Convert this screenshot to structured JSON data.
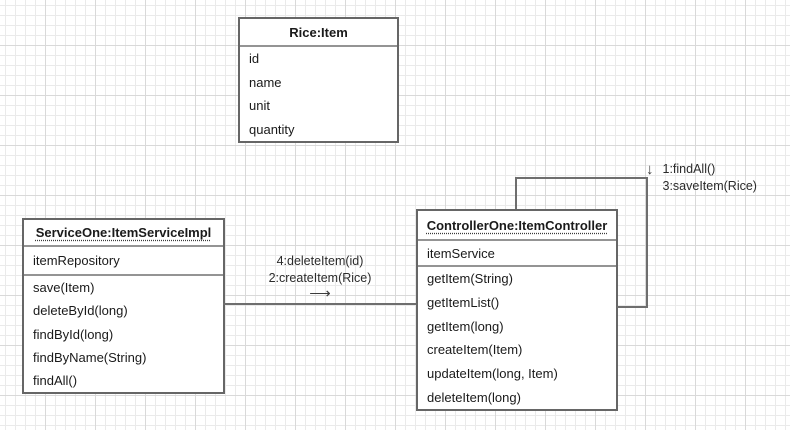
{
  "diagram": {
    "type": "uml-object-diagram",
    "colors": {
      "box_border": "#666666",
      "section_divider": "#949494",
      "edge_line": "#6e6e6e",
      "grid_minor": "#eaeaea",
      "grid_major": "#d9d9d9",
      "background": "#ffffff",
      "text": "#1a1a1a"
    }
  },
  "boxes": {
    "rice": {
      "title": "Rice:Item",
      "fields": [
        "id",
        "name",
        "unit",
        "quantity"
      ]
    },
    "service": {
      "title": "ServiceOne:ItemServiceImpl",
      "fields": [
        "itemRepository"
      ],
      "methods": [
        "save(Item)",
        "deleteById(long)",
        "findById(long)",
        "findByName(String)",
        "findAll()"
      ]
    },
    "controller": {
      "title": "ControllerOne:ItemController",
      "fields": [
        "itemService"
      ],
      "methods": [
        "getItem(String)",
        "getItemList()",
        "getItem(long)",
        "createItem(Item)",
        "updateItem(long, Item)",
        "deleteItem(long)"
      ]
    }
  },
  "connectors": {
    "service_to_controller": {
      "labels": [
        "4:deleteItem(id)",
        "2:createItem(Rice)"
      ]
    },
    "controller_loop": {
      "labels": [
        "1:findAll()",
        "3:saveItem(Rice)"
      ]
    }
  },
  "icons": {
    "right_arrow": "⟶",
    "down_arrow": "↓"
  }
}
